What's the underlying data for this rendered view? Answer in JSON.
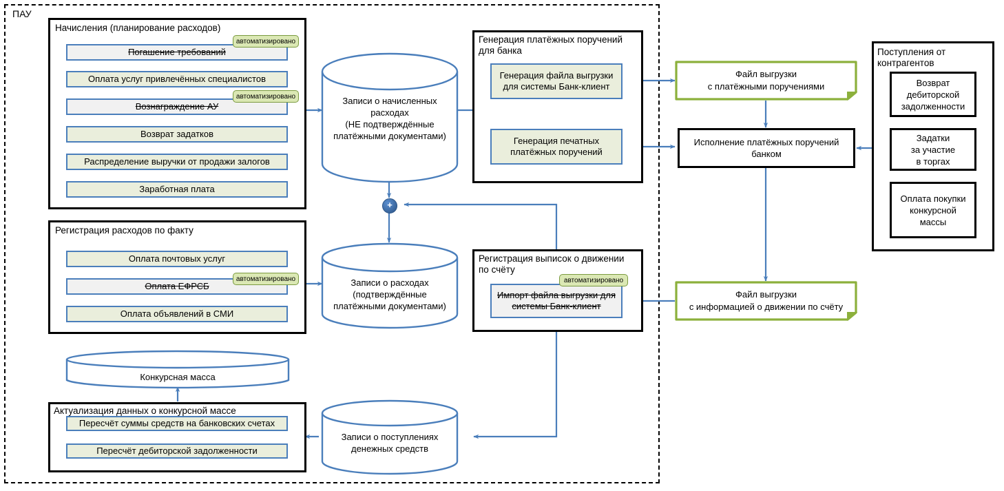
{
  "diagram": {
    "org": {
      "label": "ПАУ"
    },
    "auto_tag": "автоматизировано",
    "groups": {
      "accruals": {
        "title": "Начисления (планирование расходов)",
        "items": [
          {
            "label": "Погашение требований",
            "automated": true
          },
          {
            "label": "Оплата услуг привлечённых специалистов",
            "automated": false
          },
          {
            "label": "Вознаграждение АУ",
            "automated": true
          },
          {
            "label": "Возврат задатков",
            "automated": false
          },
          {
            "label": "Распределение выручки от продажи залогов",
            "automated": false
          },
          {
            "label": "Заработная плата",
            "automated": false
          }
        ]
      },
      "fact_expenses": {
        "title": "Регистрация расходов по факту",
        "items": [
          {
            "label": "Оплата почтовых услуг",
            "automated": false
          },
          {
            "label": "Оплата ЕФРСБ",
            "automated": true
          },
          {
            "label": "Оплата объявлений в СМИ",
            "automated": false
          }
        ]
      },
      "actualization": {
        "title": "Актуализация данных о конкурсной массе",
        "items": [
          {
            "label": "Пересчёт суммы средств на банковских счетах",
            "automated": false
          },
          {
            "label": "Пересчёт дебиторской задолженности",
            "automated": false
          }
        ]
      },
      "payment_orders": {
        "title": "Генерация платёжных поручений\nдля банка",
        "items": [
          {
            "label": "Генерация файла выгрузки\nдля системы Банк-клиент",
            "automated": false
          },
          {
            "label": "Генерация печатных\nплатёжных поручений",
            "automated": false
          }
        ]
      },
      "statements": {
        "title": "Регистрация выписок о движении\nпо счёту",
        "items": [
          {
            "label": "Импорт файла выгрузки для\nсистемы Банк-клиент",
            "automated": true
          }
        ]
      },
      "counterparties": {
        "title": "Поступления от\nконтрагентов",
        "items": [
          {
            "label": "Возврат\nдебиторской\nзадолженности"
          },
          {
            "label": "Задатки\nза участие\nв торгах"
          },
          {
            "label": "Оплата покупки\nконкурсной\nмассы"
          }
        ]
      }
    },
    "databases": {
      "accrued": "Записи о начисленных\nрасходах\n(НЕ подтверждённые\nплатёжными документами)",
      "expenses": "Записи о расходах\n(подтверждённые\nплатёжными документами)",
      "estate": "Конкурсная масса",
      "receipts": "Записи о поступлениях\nденежных средств"
    },
    "files": {
      "payment_orders_file": "Файл выгрузки\nс платёжными поручениями",
      "statement_file": "Файл выгрузки\nс информацией о движении по счёту"
    },
    "bank": {
      "execution": "Исполнение платёжных поручений\nбанком"
    },
    "colors": {
      "accent_blue": "#4a7ebb",
      "proc_fill": "#eaeedc",
      "auto_fill": "#f1f1f1",
      "file_green": "#8cb03c",
      "tag_fill": "#dbe8b4",
      "black": "#000000"
    }
  }
}
